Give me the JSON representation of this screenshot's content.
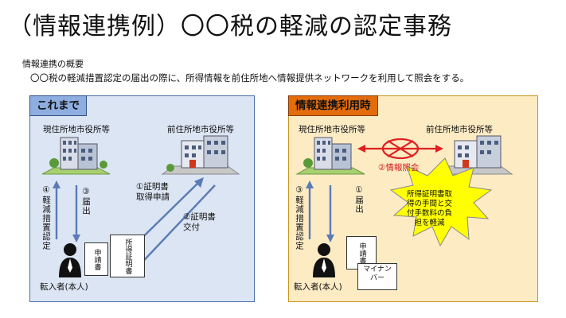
{
  "title": "（情報連携例）〇〇税の軽減の認定事務",
  "overview": {
    "heading": "情報連携の概要",
    "text": "〇〇税の軽減措置認定の届出の際に、所得情報を前住所地へ情報提供ネットワークを利用して照会をする。"
  },
  "left_panel": {
    "header": "これまで",
    "current_office": "現住所地市役所等",
    "previous_office": "前住所地市役所等",
    "step1": "①証明書\n取得申請",
    "step2": "②証明書\n交付",
    "step3": "③届出",
    "step4": "④軽減措置認定",
    "application_doc": "申請書",
    "income_cert_doc": "所得証明書",
    "person": "転入者(本人)"
  },
  "right_panel": {
    "header": "情報連携利用時",
    "current_office": "現住所地市役所等",
    "previous_office": "前住所地市役所等",
    "inquiry": "②情報照会",
    "step1": "①届出",
    "step3": "③軽減措置認定",
    "application_doc": "申請書",
    "my_number_card": "マイナン\nバー",
    "burst_text": "所得証明書取\n得の手間と交\n付手数料の負\n担を軽減",
    "person": "転入者(本人)"
  },
  "colors": {
    "left_bg": "#dbe5f3",
    "left_header": "#8eaee0",
    "right_bg": "#fdebc4",
    "right_header": "#e46c0a",
    "burst": "#ffff00",
    "inquiry_arrow": "#e02020"
  }
}
